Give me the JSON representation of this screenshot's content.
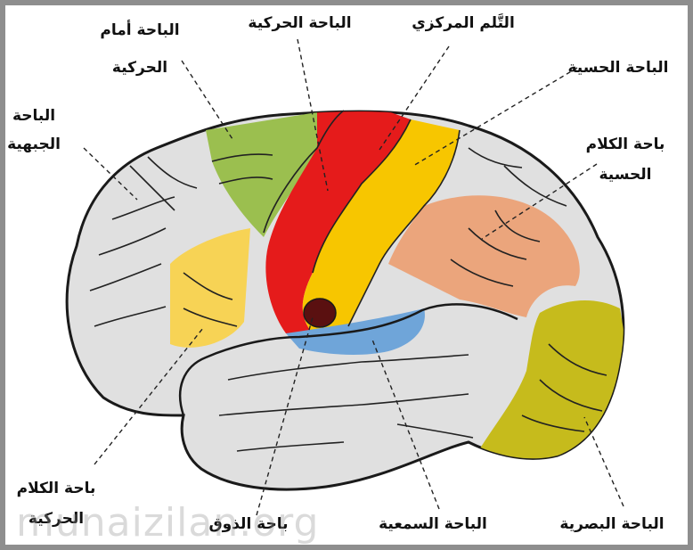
{
  "labels": {
    "premotor_l1": "الباحة أمام",
    "premotor_l2": "الحركية",
    "motor": "الباحة الحركية",
    "central_sulcus": "التَّلم المركزي",
    "sensory": "الباحة الحسية",
    "frontal_l1": "الباحة",
    "frontal_l2": "الجبهية",
    "wernicke_l1": "باحة الكلام",
    "wernicke_l2": "الحسية",
    "broca_l1": "باحة الكلام",
    "broca_l2": "الحركية",
    "taste": "باحة الذوق",
    "auditory": "الباحة السمعية",
    "visual": "الباحة البصرية"
  },
  "watermark": "munaizilan.org",
  "colors": {
    "brain": "#e0e0e0",
    "premotor": "#9bbf4f",
    "motor": "#e51b1b",
    "sensory": "#f7c600",
    "broca": "#f7d355",
    "wernicke": "#eba57c",
    "auditory": "#6fa5d9",
    "visual": "#c6bb1c",
    "taste": "#5a1010"
  }
}
